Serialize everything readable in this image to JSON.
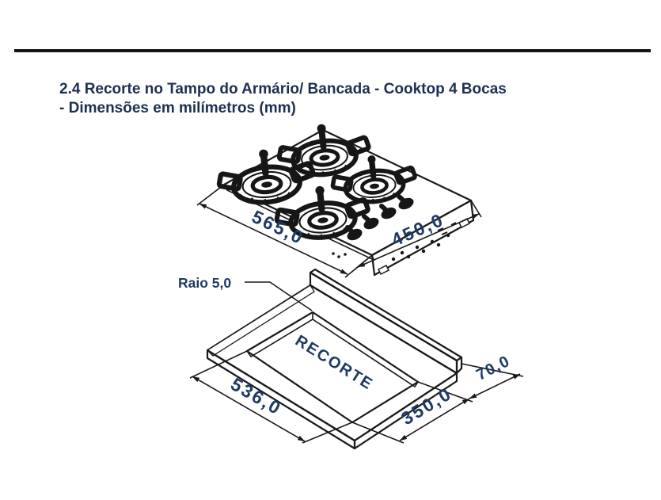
{
  "document": {
    "section_title_line1": "2.4 Recorte no Tampo do Armário/ Bancada - Cooktop 4 Bocas",
    "section_title_line2": "- Dimensões em milímetros (mm)"
  },
  "cooktop_figure": {
    "width_mm": "565,0",
    "depth_mm": "450,0"
  },
  "cutout_figure": {
    "radius_label": "Raio 5,0",
    "cutout_label": "RECORTE",
    "width_mm": "536,0",
    "depth_mm": "350,0",
    "back_distance_mm": "70,0"
  },
  "colors": {
    "title_navy": "#1d2f52",
    "label_navy": "#1e3a64",
    "line_black": "#1a1a1a",
    "surface_gray": "#e6e6e8"
  }
}
